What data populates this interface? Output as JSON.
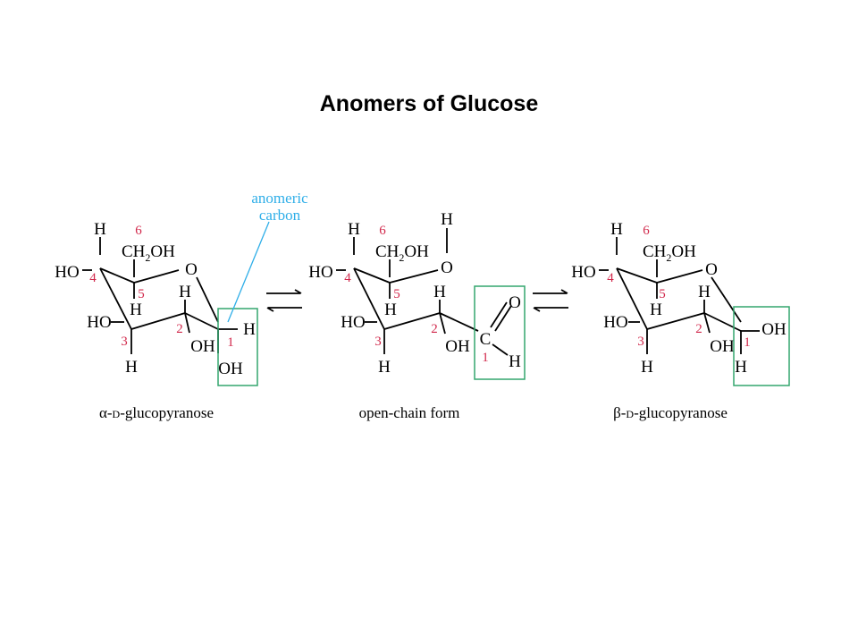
{
  "title": "Anomers of Glucose",
  "colors": {
    "number": "#d1284b",
    "box": "#33a66e",
    "annotation": "#2eaee8",
    "ink": "#000000"
  },
  "annotation": {
    "line1": "anomeric",
    "line2": "carbon"
  },
  "atoms": {
    "H": "H",
    "HO": "HO",
    "OH": "OH",
    "O": "O",
    "C": "C",
    "CH": "CH",
    "two": "2",
    "OHtail": "OH"
  },
  "carbons": [
    "1",
    "2",
    "3",
    "4",
    "5",
    "6"
  ],
  "captions": {
    "alpha_prefix": "α-",
    "small_d": "D",
    "alpha_rest": "-glucopyranose",
    "open": "open-chain form",
    "beta_prefix": "β-",
    "beta_rest": "-glucopyranose"
  },
  "arrows": {
    "forward": "⟶",
    "backward": "⟵"
  }
}
